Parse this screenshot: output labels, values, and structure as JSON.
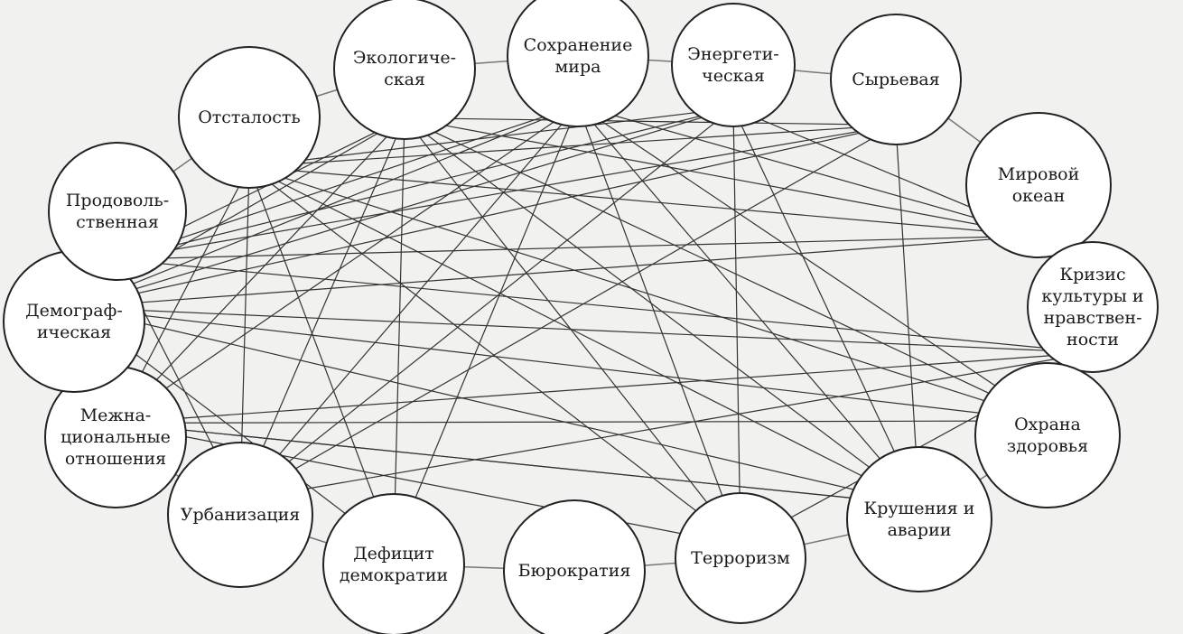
{
  "nodes": [
    {
      "id": "preservation_peace",
      "lines": [
        "Сохранение",
        "мира"
      ]
    },
    {
      "id": "energy",
      "lines": [
        "Энергети-",
        "ческая"
      ]
    },
    {
      "id": "raw",
      "lines": [
        "Сырьевая"
      ]
    },
    {
      "id": "ocean",
      "lines": [
        "Мировой",
        "океан"
      ]
    },
    {
      "id": "culture",
      "lines": [
        "Кризис",
        "культуры и",
        "нравствен-",
        "ности"
      ]
    },
    {
      "id": "health",
      "lines": [
        "Охрана",
        "здоровья"
      ]
    },
    {
      "id": "crashes",
      "lines": [
        "Крушения и",
        "аварии"
      ]
    },
    {
      "id": "terrorism",
      "lines": [
        "Терроризм"
      ]
    },
    {
      "id": "bureaucracy",
      "lines": [
        "Бюрократия"
      ]
    },
    {
      "id": "democracy",
      "lines": [
        "Дефицит",
        "демократии"
      ]
    },
    {
      "id": "urban",
      "lines": [
        "Урбанизация"
      ]
    },
    {
      "id": "interethnic",
      "lines": [
        "Межна-",
        "циональные",
        "отношения"
      ]
    },
    {
      "id": "demographic",
      "lines": [
        "Демограф-",
        "ическая"
      ]
    },
    {
      "id": "food",
      "lines": [
        "Продоволь-",
        "ственная"
      ]
    },
    {
      "id": "backward",
      "lines": [
        "Отсталость"
      ]
    },
    {
      "id": "ecology",
      "lines": [
        "Экологиче-",
        "ская"
      ]
    }
  ],
  "edges": [
    [
      "preservation_peace",
      "food"
    ],
    [
      "preservation_peace",
      "demographic"
    ],
    [
      "preservation_peace",
      "interethnic"
    ],
    [
      "preservation_peace",
      "urban"
    ],
    [
      "preservation_peace",
      "democracy"
    ],
    [
      "preservation_peace",
      "terrorism"
    ],
    [
      "preservation_peace",
      "crashes"
    ],
    [
      "preservation_peace",
      "ocean"
    ],
    [
      "preservation_peace",
      "health"
    ],
    [
      "energy",
      "backward"
    ],
    [
      "energy",
      "food"
    ],
    [
      "energy",
      "demographic"
    ],
    [
      "energy",
      "urban"
    ],
    [
      "energy",
      "crashes"
    ],
    [
      "energy",
      "terrorism"
    ],
    [
      "energy",
      "ocean"
    ],
    [
      "raw",
      "backward"
    ],
    [
      "raw",
      "food"
    ],
    [
      "raw",
      "demographic"
    ],
    [
      "raw",
      "crashes"
    ],
    [
      "raw",
      "ecology"
    ],
    [
      "ocean",
      "food"
    ],
    [
      "ocean",
      "ecology"
    ],
    [
      "ocean",
      "demographic"
    ],
    [
      "ocean",
      "backward"
    ],
    [
      "culture",
      "demographic"
    ],
    [
      "culture",
      "urban"
    ],
    [
      "culture",
      "terrorism"
    ],
    [
      "culture",
      "interethnic"
    ],
    [
      "health",
      "demographic"
    ],
    [
      "health",
      "interethnic"
    ],
    [
      "health",
      "ecology"
    ],
    [
      "crashes",
      "ecology"
    ],
    [
      "crashes",
      "backward"
    ],
    [
      "crashes",
      "interethnic"
    ],
    [
      "terrorism",
      "backward"
    ],
    [
      "terrorism",
      "ecology"
    ],
    [
      "terrorism",
      "interethnic"
    ],
    [
      "democracy",
      "backward"
    ],
    [
      "democracy",
      "ecology"
    ],
    [
      "democracy",
      "demographic"
    ],
    [
      "urban",
      "ecology"
    ],
    [
      "urban",
      "backward"
    ],
    [
      "urban",
      "food"
    ],
    [
      "interethnic",
      "ecology"
    ],
    [
      "interethnic",
      "backward"
    ],
    [
      "demographic",
      "ecology"
    ],
    [
      "food",
      "ecology"
    ],
    [
      "backward",
      "health"
    ],
    [
      "demographic",
      "crashes"
    ],
    [
      "food",
      "culture"
    ],
    [
      "interethnic",
      "crashes"
    ],
    [
      "urban",
      "raw"
    ]
  ]
}
